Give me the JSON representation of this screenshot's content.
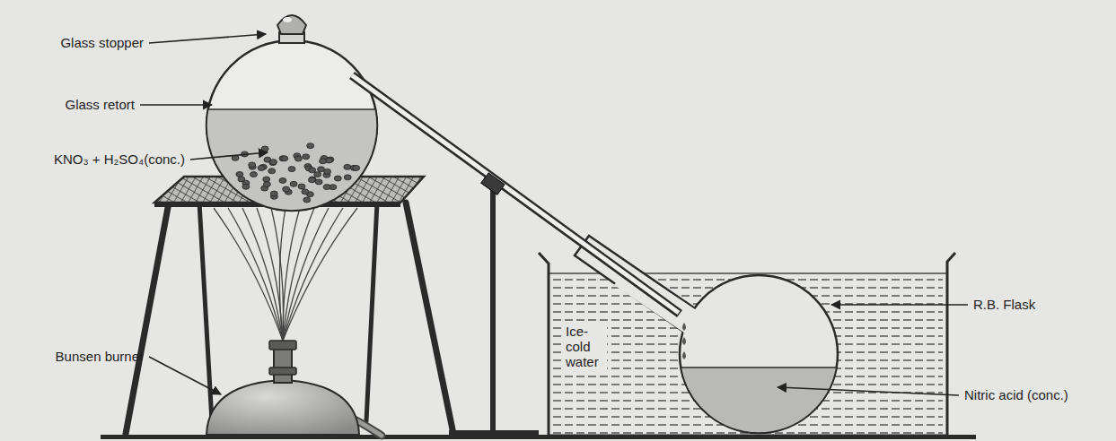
{
  "diagram": {
    "labels": [
      "Glass stopper",
      "Glass retort",
      "KNO₃ + H₂SO₄(conc.)",
      "Bunsen burner",
      "Ice-cold water",
      "R.B. Flask",
      "Nitric acid (conc.)"
    ]
  }
}
